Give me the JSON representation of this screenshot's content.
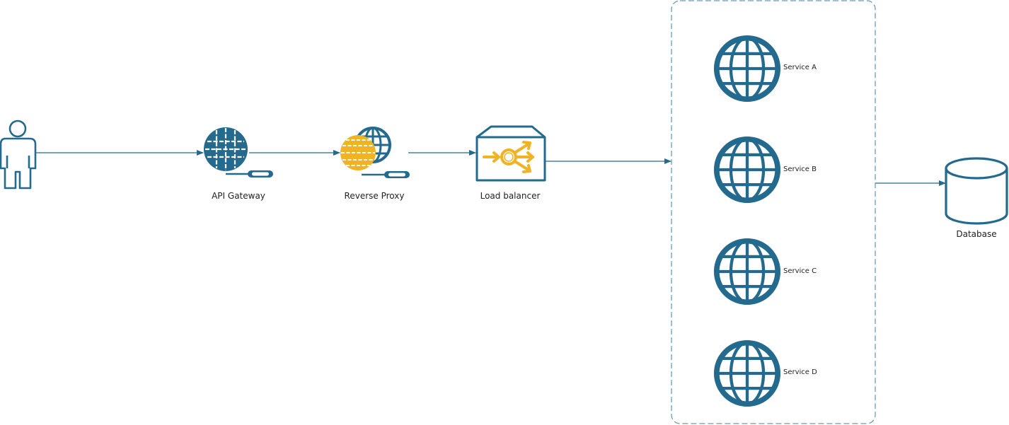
{
  "colors": {
    "primary": "#236a8e",
    "accent": "#f0b324",
    "border_dashed": "#6c9bb5"
  },
  "nodes": {
    "user": {
      "label": "",
      "icon": "person-icon"
    },
    "api_gateway": {
      "label": "API Gateway",
      "icon": "globe-icon"
    },
    "reverse_proxy": {
      "label": "Reverse Proxy",
      "icon": "globe-pair-icon"
    },
    "load_balancer": {
      "label": "Load balancer",
      "icon": "load-balancer-icon"
    },
    "services": [
      {
        "label": "Service A",
        "icon": "globe-icon"
      },
      {
        "label": "Service B",
        "icon": "globe-icon"
      },
      {
        "label": "Service C",
        "icon": "globe-icon"
      },
      {
        "label": "Service D",
        "icon": "globe-icon"
      }
    ],
    "database": {
      "label": "Database",
      "icon": "database-icon"
    }
  },
  "edges": [
    {
      "from": "user",
      "to": "api_gateway"
    },
    {
      "from": "api_gateway",
      "to": "reverse_proxy"
    },
    {
      "from": "reverse_proxy",
      "to": "load_balancer"
    },
    {
      "from": "load_balancer",
      "to": "services_group"
    },
    {
      "from": "services_group",
      "to": "database"
    }
  ]
}
